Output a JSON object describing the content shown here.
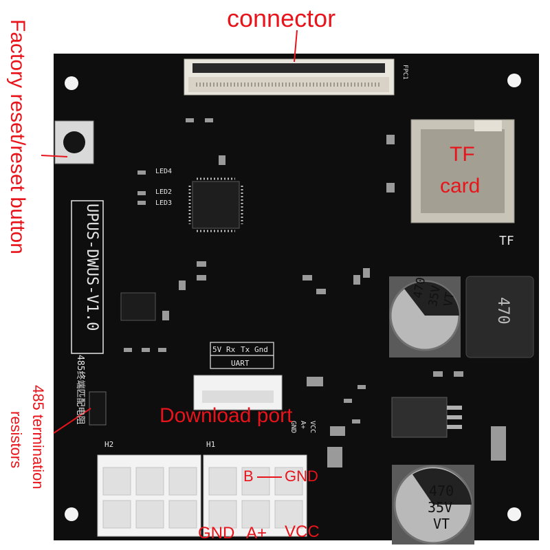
{
  "annotations": {
    "connector": "connector",
    "tf_card": [
      "TF",
      "card"
    ],
    "factory_reset": "Factory reset/reset button",
    "termination": [
      "485 termination",
      "resistors"
    ],
    "download_port": "Download port",
    "b": "B",
    "gnd_top": "GND",
    "gnd_bottom": "GND",
    "a_plus": "A+",
    "vcc": "VCC"
  },
  "silkscreen": {
    "board_name": "UPUS-DWUS-V1.0",
    "uart_pins": [
      "5V",
      "Rx",
      "Tx",
      "Gnd"
    ],
    "uart_label": "UART",
    "tf_label": "TF",
    "fpc_label": "FPC1",
    "termination_cn": "485终端匹配电阻",
    "h1": "H1",
    "h2": "H2",
    "terminal_pins": [
      "GND",
      "A+",
      "VCC"
    ],
    "cap_top": [
      "470",
      "35V",
      "VT"
    ],
    "cap_bottom": [
      "470",
      "35V",
      "VT"
    ],
    "inductor": "470",
    "led_labels": [
      "LED4",
      "LED2",
      "LED3"
    ]
  },
  "colors": {
    "board": "#0e0e0e",
    "annotation": "#e8141b",
    "silkscreen": "#e6e6e6"
  }
}
